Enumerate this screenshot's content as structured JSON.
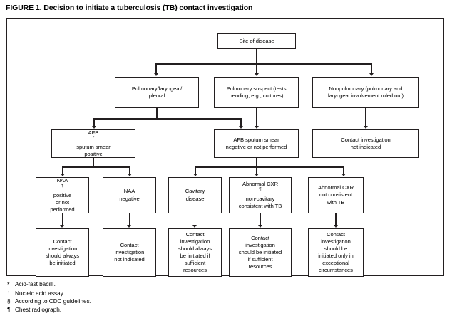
{
  "figure": {
    "title": "FIGURE 1. Decision to initiate a tuberculosis (TB) contact investigation"
  },
  "chart_data": {
    "type": "diagram",
    "diagram_kind": "decision-flowchart",
    "title": "FIGURE 1. Decision to initiate a tuberculosis (TB) contact investigation",
    "orientation": "top-down",
    "levels": 5,
    "nodes": [
      {
        "id": "site",
        "label": "Site of disease",
        "level": 0
      },
      {
        "id": "pulm",
        "label": "Pulmonary/laryngeal/ pleural",
        "level": 1
      },
      {
        "id": "suspect",
        "label": "Pulmonary suspect (tests pending, e.g., cultures)",
        "level": 1
      },
      {
        "id": "nonpulm",
        "label": "Nonpulmonary (pulmonary and laryngeal involvement ruled out)",
        "level": 1
      },
      {
        "id": "afbpos",
        "label": "AFB* sputum smear positive",
        "level": 2
      },
      {
        "id": "afbneg",
        "label": "AFB sputum smear negative or not performed",
        "level": 2
      },
      {
        "id": "nonpulm_ci",
        "label": "Contact investigation not indicated",
        "level": 2
      },
      {
        "id": "naapos",
        "label": "NAA† positive or not performed",
        "level": 3
      },
      {
        "id": "naaneg",
        "label": "NAA negative",
        "level": 3
      },
      {
        "id": "cavitary",
        "label": "Cavitary disease",
        "level": 3
      },
      {
        "id": "cxrnoncav",
        "label": "Abnormal CXR¶ non-cavitary consistent with TB",
        "level": 3
      },
      {
        "id": "cxrnotcons",
        "label": "Abnormal CXR not consistent with TB",
        "level": 3
      },
      {
        "id": "out1",
        "label": "Contact investigation should always be initiated",
        "level": 4
      },
      {
        "id": "out2",
        "label": "Contact investigation not indicated",
        "level": 4
      },
      {
        "id": "out3",
        "label": "Contact investigation should always be initiated if sufficient resources",
        "level": 4
      },
      {
        "id": "out4",
        "label": "Contact investigation should be initiated if sufficient resources",
        "level": 4
      },
      {
        "id": "out5",
        "label": "Contact investigation should be initiated only in exceptional circumstances",
        "level": 4
      }
    ],
    "edges": [
      {
        "from": "site",
        "to": "pulm"
      },
      {
        "from": "site",
        "to": "suspect"
      },
      {
        "from": "site",
        "to": "nonpulm"
      },
      {
        "from": "pulm",
        "to": "afbpos"
      },
      {
        "from": "pulm",
        "to": "afbneg"
      },
      {
        "from": "suspect",
        "to": "afbneg"
      },
      {
        "from": "nonpulm",
        "to": "nonpulm_ci"
      },
      {
        "from": "afbpos",
        "to": "naapos"
      },
      {
        "from": "afbpos",
        "to": "naaneg"
      },
      {
        "from": "afbneg",
        "to": "cavitary"
      },
      {
        "from": "afbneg",
        "to": "cxrnoncav"
      },
      {
        "from": "afbneg",
        "to": "cxrnotcons"
      },
      {
        "from": "naapos",
        "to": "out1"
      },
      {
        "from": "naaneg",
        "to": "out2"
      },
      {
        "from": "cavitary",
        "to": "out3"
      },
      {
        "from": "cxrnoncav",
        "to": "out4"
      },
      {
        "from": "cxrnotcons",
        "to": "out5"
      }
    ]
  },
  "nodes": {
    "site_of_disease": "Site of disease",
    "pulmonary_line1": "Pulmonary/laryngeal/",
    "pulmonary_line2": "pleural",
    "suspect_line1": "Pulmonary suspect (tests",
    "suspect_line2": "pending, e.g., cultures)",
    "nonpulmonary_line1": "Nonpulmonary (pulmonary and",
    "nonpulmonary_line2": "laryngeal involvement ruled out)",
    "afb_pos_pre": "AFB",
    "afb_pos_mark": "*",
    "afb_pos_post": " sputum smear",
    "afb_pos_line2": "positive",
    "afb_neg_line1": "AFB sputum smear",
    "afb_neg_line2": "negative or not performed",
    "nonpulm_ci_line1": "Contact investigation",
    "nonpulm_ci_line2": "not indicated",
    "naa_pos_pre": "NAA",
    "naa_pos_mark": "†",
    "naa_pos_post": " positive",
    "naa_pos_line2": "or not",
    "naa_pos_line3": "performed",
    "naa_neg_line1": "NAA",
    "naa_neg_line2": "negative",
    "cavitary_line1": "Cavitary",
    "cavitary_line2": "disease",
    "cxr_noncav_pre": "Abnormal CXR",
    "cxr_noncav_mark": "¶",
    "cxr_noncav_line2": "non-cavitary",
    "cxr_noncav_line3": "consistent with TB",
    "cxr_notcons_line1": "Abnormal CXR",
    "cxr_notcons_line2": "not consistent",
    "cxr_notcons_line3": "with TB",
    "out1_line1": "Contact",
    "out1_line2": "investigation",
    "out1_line3": "should always",
    "out1_line4": "be initiated",
    "out2_line1": "Contact",
    "out2_line2": "investigation",
    "out2_line3": "not indicated",
    "out3_line1": "Contact",
    "out3_line2": "investigation",
    "out3_line3": "should always",
    "out3_line4": "be initiated if",
    "out3_line5": "sufficient",
    "out3_line6": "resources",
    "out4_line1": "Contact",
    "out4_line2": "investigation",
    "out4_line3": "should be initiated",
    "out4_line4": "if sufficient",
    "out4_line5": "resources",
    "out5_line1": "Contact",
    "out5_line2": "investigation",
    "out5_line3": "should be",
    "out5_line4": "initiated only in",
    "out5_line5": "exceptional",
    "out5_line6": "circumstances"
  },
  "footnotes": [
    {
      "mark": "*",
      "text": "Acid-fast bacilli."
    },
    {
      "mark": "†",
      "text": "Nucleic acid assay."
    },
    {
      "mark": "§",
      "text": "According to CDC guidelines."
    },
    {
      "mark": "¶",
      "text": "Chest radiograph."
    }
  ],
  "colors": {
    "ink": "#231f20",
    "background": "#ffffff"
  }
}
